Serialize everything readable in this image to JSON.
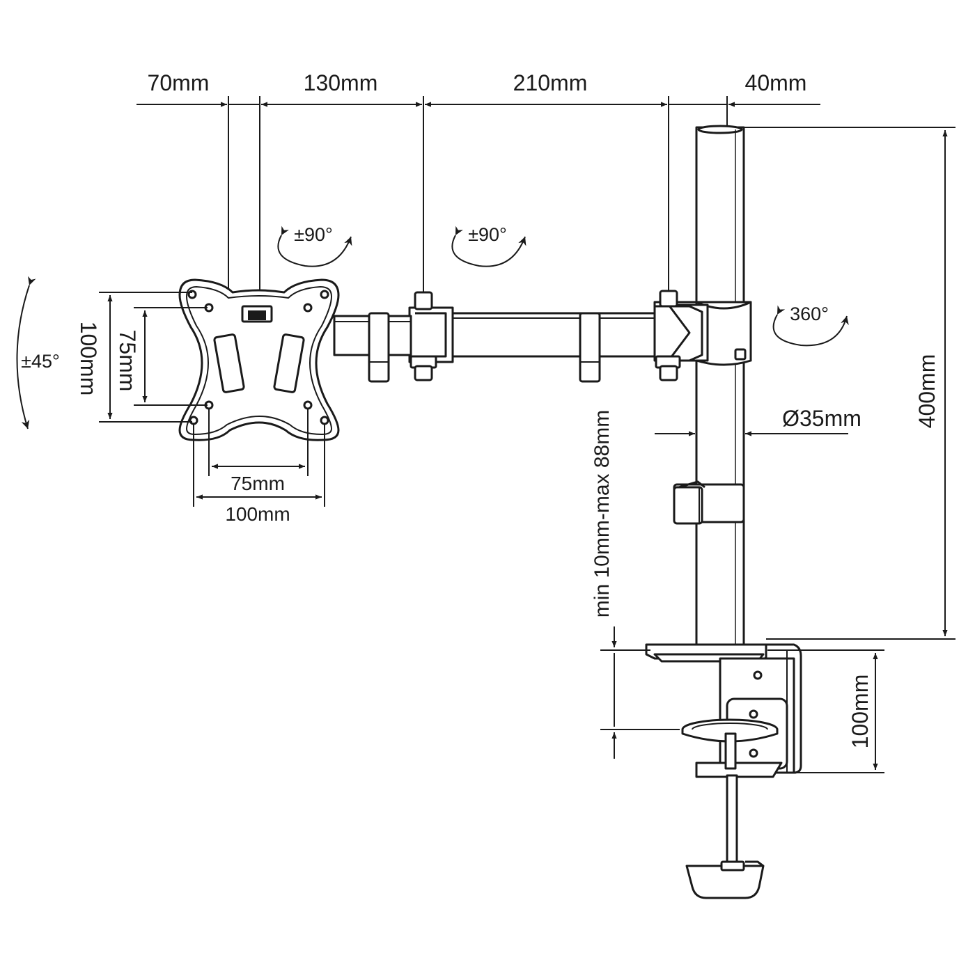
{
  "dimensions": {
    "top_70": "70mm",
    "top_130": "130mm",
    "top_210": "210mm",
    "top_40": "40mm",
    "pole_height": "400mm",
    "pole_diameter": "Ø35mm",
    "desk_thickness": "min 10mm-max 88mm",
    "clamp_height": "100mm",
    "vesa_outer_height": "100mm",
    "vesa_inner_height": "75mm",
    "vesa_inner_width": "75mm",
    "vesa_outer_width": "100mm"
  },
  "rotations": {
    "tilt": "±45°",
    "head_swivel": "±90°",
    "arm_swivel": "±90°",
    "pole_rotation": "360°"
  }
}
